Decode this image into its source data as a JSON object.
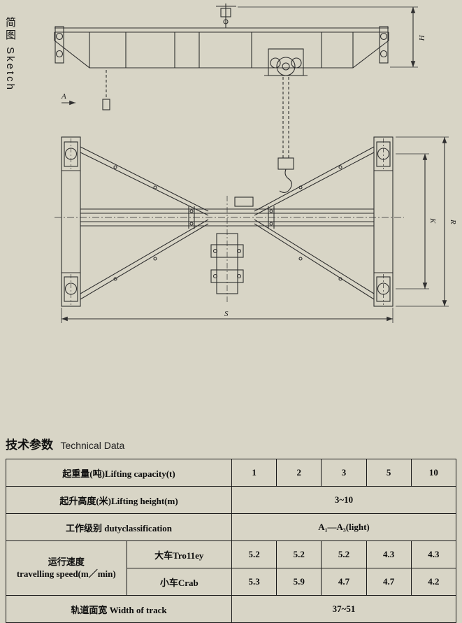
{
  "sketch": {
    "label_cn": "简图",
    "label_en": "Sketch",
    "dims": {
      "a": "A",
      "h": "H",
      "k": "K",
      "r": "R",
      "s": "S"
    }
  },
  "section": {
    "title_cn": "技术参数",
    "title_en": "Technical Data"
  },
  "table": {
    "capacity": {
      "label": "起重量(吨)Lifting capacity(t)",
      "values": [
        "1",
        "2",
        "3",
        "5",
        "10"
      ]
    },
    "height": {
      "label": "起升高度(米)Lifting height(m)",
      "value": "3~10"
    },
    "duty": {
      "label": "工作级别  dutyclassification",
      "value": "A₁—A₃(light)"
    },
    "speed": {
      "label_cn": "运行速度",
      "label_en": "travelling speed(m／min)",
      "trolley": {
        "label": "大车Tro11ey",
        "values": [
          "5.2",
          "5.2",
          "5.2",
          "4.3",
          "4.3"
        ]
      },
      "crab": {
        "label": "小车Crab",
        "values": [
          "5.3",
          "5.9",
          "4.7",
          "4.7",
          "4.2"
        ]
      }
    },
    "track": {
      "label": "轨道面宽 Width of track",
      "value": "37~51"
    }
  }
}
